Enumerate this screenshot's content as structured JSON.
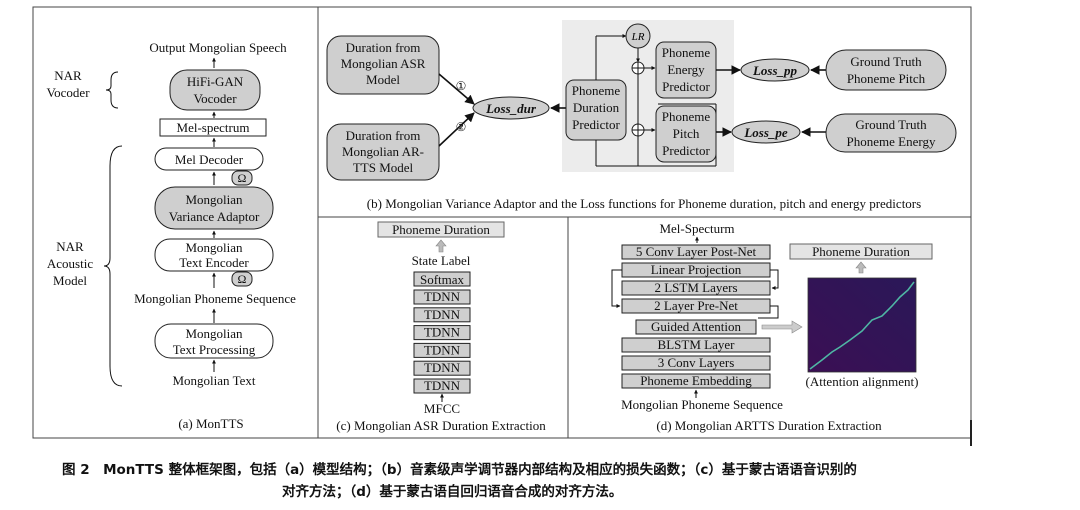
{
  "panel_a": {
    "title": "Output Mongolian Speech",
    "vocoder_group_1": "NAR",
    "vocoder_group_2": "Vocoder",
    "hifigan_1": "HiFi-GAN",
    "hifigan_2": "Vocoder",
    "mel_spectrum": "Mel-spectrum",
    "mel_decoder": "Mel Decoder",
    "omega": "Ω",
    "variance_1": "Mongolian",
    "variance_2": "Variance Adaptor",
    "encoder_1": "Mongolian",
    "encoder_2": "Text Encoder",
    "acoustic_1": "NAR",
    "acoustic_2": "Acoustic",
    "acoustic_3": "Model",
    "phoneme_seq": "Mongolian Phoneme Sequence",
    "textproc_1": "Mongolian",
    "textproc_2": "Text Processing",
    "input_text": "Mongolian Text",
    "caption": "(a) MonTTS"
  },
  "panel_b": {
    "asr_dur_1": "Duration from",
    "asr_dur_2": "Mongolian ASR",
    "asr_dur_3": "Model",
    "ar_dur_1": "Duration from",
    "ar_dur_2": "Mongolian AR-",
    "ar_dur_3": "TTS Model",
    "mark_1": "①",
    "mark_2": "②",
    "loss_dur": "Loss_dur",
    "lr": "LR",
    "dur_pred_1": "Phoneme",
    "dur_pred_2": "Duration",
    "dur_pred_3": "Predictor",
    "energy_pred_1": "Phoneme",
    "energy_pred_2": "Energy",
    "energy_pred_3": "Predictor",
    "pitch_pred_1": "Phoneme",
    "pitch_pred_2": "Pitch",
    "pitch_pred_3": "Predictor",
    "loss_pp": "Loss_pp",
    "loss_pe": "Loss_pe",
    "gt_pitch_1": "Ground Truth",
    "gt_pitch_2": "Phoneme Pitch",
    "gt_energy_1": "Ground Truth",
    "gt_energy_2": "Phoneme Energy",
    "caption": "(b) Mongolian Variance Adaptor and the Loss functions for Phoneme duration, pitch and energy predictors"
  },
  "panel_c": {
    "output": "Phoneme Duration",
    "state_label": "State Label",
    "softmax": "Softmax",
    "tdnn": [
      "TDNN",
      "TDNN",
      "TDNN",
      "TDNN",
      "TDNN",
      "TDNN"
    ],
    "input": "MFCC",
    "caption": "(c) Mongolian ASR Duration Extraction"
  },
  "panel_d": {
    "top": "Mel-Specturm",
    "postnet": "5 Conv Layer Post-Net",
    "linear": "Linear Projection",
    "lstm": "2 LSTM Layers",
    "prenet": "2 Layer Pre-Net",
    "guided": "Guided Attention",
    "blstm": "BLSTM Layer",
    "conv": "3 Conv Layers",
    "embedding": "Phoneme Embedding",
    "input": "Mongolian Phoneme Sequence",
    "output": "Phoneme Duration",
    "alignment_caption": "(Attention alignment)",
    "caption": "(d) Mongolian ARTTS Duration Extraction"
  },
  "figure_caption": {
    "line1": "图 2　MonTTS 整体框架图，包括（a）模型结构；（b）音素级声学调节器内部结构及相应的损失函数；（c）基于蒙古语语音识别的",
    "line2": "对齐方法；（d）基于蒙古语自回归语音合成的对齐方法。"
  },
  "colors": {
    "shaded_box": "#cfcfcf",
    "light_gray": "#e4e4e4",
    "region_bg": "#ececec",
    "heatmap_bg": "#3b0f54",
    "heatmap_line": "#4fb6a4"
  }
}
